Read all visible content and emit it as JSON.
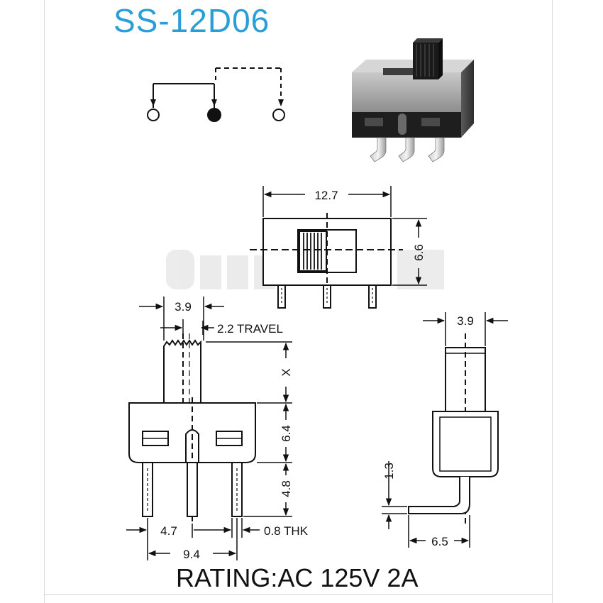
{
  "title": "SS-12D06",
  "rating": "RATING:AC 125V 2A",
  "watermark": "",
  "dimensions": {
    "width_top": "12.7",
    "height_top": "6.6",
    "lever_width": "3.9",
    "travel": "2.2 TRAVEL",
    "lever_height": "X",
    "body_height": "6.4",
    "pin_length": "4.8",
    "pin_pitch": "4.7",
    "pin_span": "9.4",
    "thickness": "0.8 THK",
    "side_lever_width": "3.9",
    "side_bend": "1.3",
    "side_offset": "6.5"
  },
  "colors": {
    "title": "#2a9ed8",
    "line": "#111111",
    "body_gray": "#9a9a9a"
  }
}
